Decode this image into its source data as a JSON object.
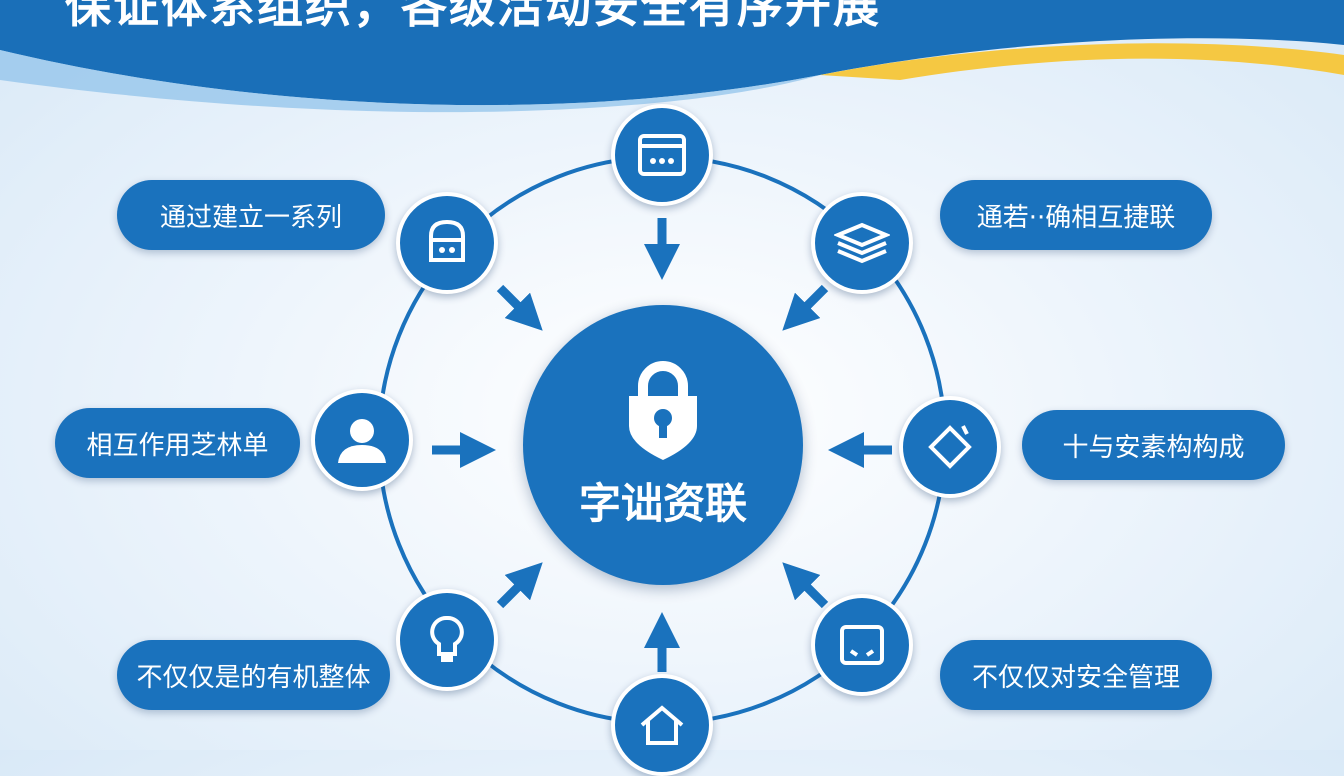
{
  "header": {
    "title": "保证体系组织，各级活动安全有序开展"
  },
  "center": {
    "label": "字诎资联",
    "icon": "padlock-shield-icon"
  },
  "pills": [
    {
      "label": "通过建立一系列"
    },
    {
      "label": "通若··确相互捷联"
    },
    {
      "label": "相互作用芝林单"
    },
    {
      "label": "十与安素构构成"
    },
    {
      "label": "不仅仅是的有机整体"
    },
    {
      "label": "不仅仅对安全管理"
    }
  ],
  "nodes": [
    {
      "icon": "browser-window-icon"
    },
    {
      "icon": "bucket-icon"
    },
    {
      "icon": "layers-icon"
    },
    {
      "icon": "user-icon"
    },
    {
      "icon": "diamond-tag-icon"
    },
    {
      "icon": "lightbulb-icon"
    },
    {
      "icon": "document-face-icon"
    },
    {
      "icon": "home-icon"
    }
  ],
  "colors": {
    "primary": "#1a72bd",
    "accent": "#f5c842",
    "background": "#eef5fc"
  }
}
